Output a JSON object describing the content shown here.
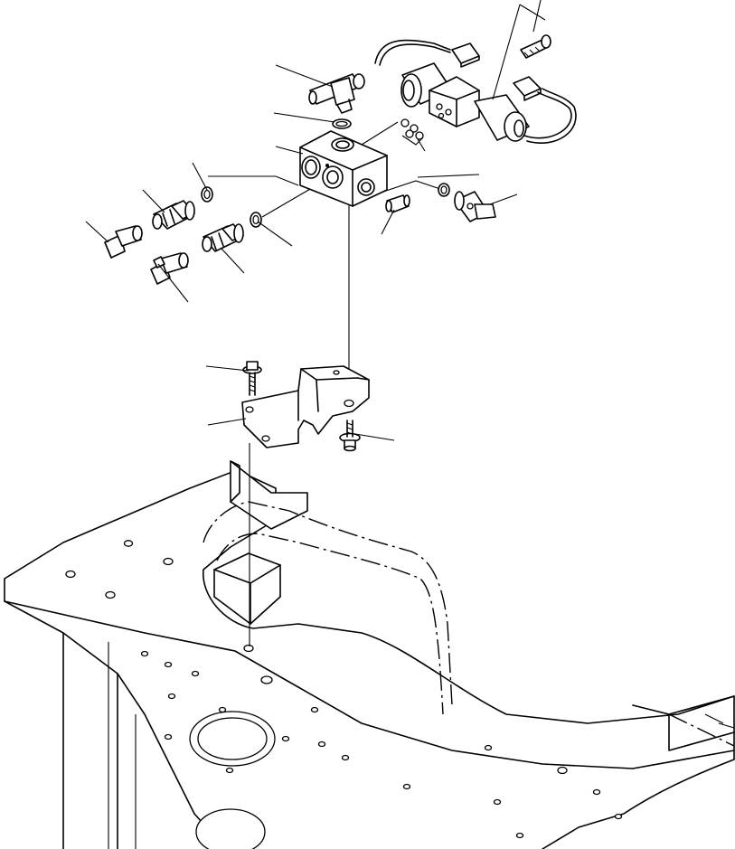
{
  "diagram": {
    "style": "exploded isometric line drawing",
    "colors": {
      "line": "#000000",
      "background": "#ffffff"
    },
    "components": [
      "solenoid-valve",
      "connector",
      "bolt",
      "elbow-fitting",
      "o-ring",
      "valve-block",
      "plug",
      "straight-fitting",
      "mounting-bracket",
      "flange-bolt",
      "frame"
    ]
  }
}
